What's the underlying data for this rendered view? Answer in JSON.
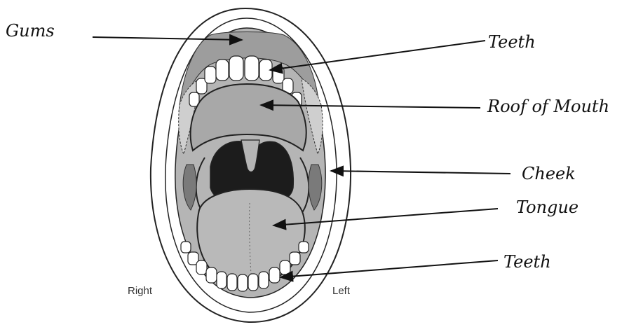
{
  "labels": {
    "gums": "Gums",
    "teeth_upper": "Teeth",
    "roof_of_mouth": "Roof of Mouth",
    "cheek": "Cheek",
    "tongue": "Tongue",
    "teeth_lower": "Teeth",
    "right": "Right",
    "left": "Left"
  },
  "colors": {
    "outline": "#222222",
    "gray_fill": "#b5b5b5",
    "gum_fill": "#9d9d9d",
    "throat": "#1c1c1c",
    "tooth": "#ffffff"
  }
}
